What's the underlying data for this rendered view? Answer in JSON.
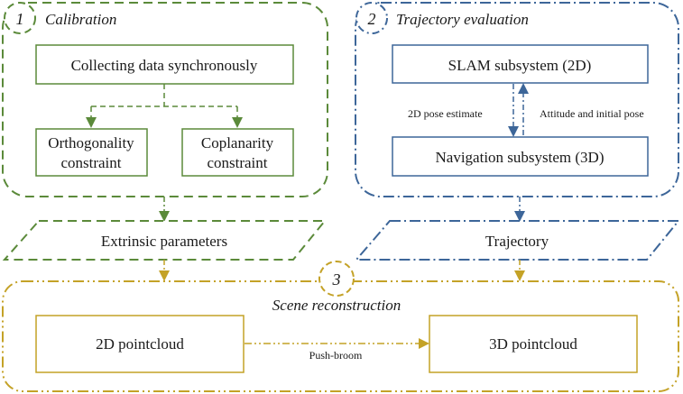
{
  "colors": {
    "calibration": "#5b8a3a",
    "trajectory": "#3d6699",
    "reconstruction": "#c4a227",
    "text": "#1a1a1a"
  },
  "sections": {
    "calibration": {
      "number": "1",
      "title": "Calibration",
      "collect": "Collecting data synchronously",
      "ortho_line1": "Orthogonality",
      "ortho_line2": "constraint",
      "copla_line1": "Coplanarity",
      "copla_line2": "constraint",
      "output": "Extrinsic parameters"
    },
    "trajectory": {
      "number": "2",
      "title": "Trajectory evaluation",
      "slam": "SLAM subsystem (2D)",
      "nav": "Navigation subsystem (3D)",
      "down_label": "2D pose estimate",
      "up_label": "Attitude and initial pose",
      "output": "Trajectory"
    },
    "reconstruction": {
      "number": "3",
      "title": "Scene reconstruction",
      "pc2d": "2D pointcloud",
      "pc3d": "3D pointcloud",
      "edge_label": "Push-broom"
    }
  }
}
